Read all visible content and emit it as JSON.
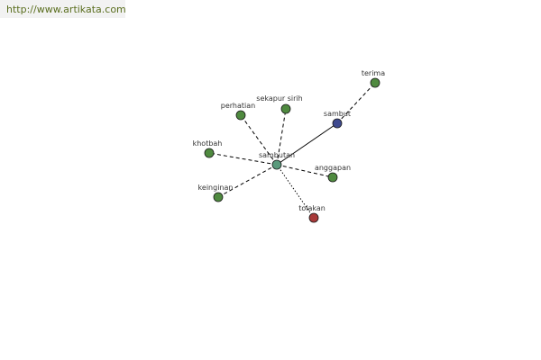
{
  "site_url": "http://www.artikata.com",
  "graph": {
    "colors": {
      "center": "#5a9a7c",
      "direct": "#3f4a8f",
      "related": "#4f8a3f",
      "antonym": "#a83a3a",
      "stroke": "#1a1a1a"
    },
    "nodes": [
      {
        "id": "sambutan",
        "label": "sambutan",
        "kind": "center"
      },
      {
        "id": "sambut",
        "label": "sambut",
        "kind": "direct"
      },
      {
        "id": "terima",
        "label": "terima",
        "kind": "related"
      },
      {
        "id": "sekapur-sirih",
        "label": "sekapur sirih",
        "kind": "related"
      },
      {
        "id": "perhatian",
        "label": "perhatian",
        "kind": "related"
      },
      {
        "id": "khotbah",
        "label": "khotbah",
        "kind": "related"
      },
      {
        "id": "anggapan",
        "label": "anggapan",
        "kind": "related"
      },
      {
        "id": "keinginan",
        "label": "keinginan",
        "kind": "related"
      },
      {
        "id": "tolakan",
        "label": "tolakan",
        "kind": "antonym"
      }
    ],
    "edges": [
      {
        "from": "sambutan",
        "to": "sambut",
        "style": "solid"
      },
      {
        "from": "sambut",
        "to": "terima",
        "style": "dashed"
      },
      {
        "from": "sambutan",
        "to": "sekapur-sirih",
        "style": "dashed"
      },
      {
        "from": "sambutan",
        "to": "perhatian",
        "style": "dashed"
      },
      {
        "from": "sambutan",
        "to": "khotbah",
        "style": "dashed"
      },
      {
        "from": "sambutan",
        "to": "anggapan",
        "style": "dashed"
      },
      {
        "from": "sambutan",
        "to": "keinginan",
        "style": "dashed"
      },
      {
        "from": "sambutan",
        "to": "tolakan",
        "style": "dotted"
      }
    ]
  }
}
